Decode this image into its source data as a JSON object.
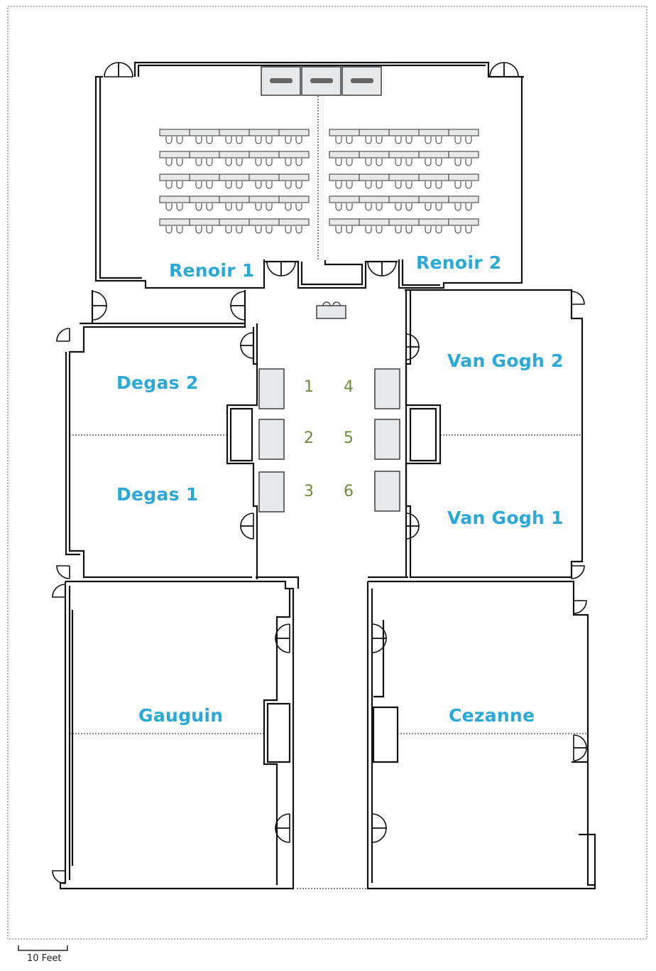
{
  "colors": {
    "label": "#2aa9d9",
    "booth_number": "#6f8a3a",
    "wall": "#111111",
    "table_fill": "#e6e8ea",
    "table_stroke": "#333333",
    "border": "#9a9a9a"
  },
  "rooms": [
    {
      "id": "renoir-1",
      "label": "Renoir 1"
    },
    {
      "id": "renoir-2",
      "label": "Renoir 2"
    },
    {
      "id": "degas-2",
      "label": "Degas 2"
    },
    {
      "id": "degas-1",
      "label": "Degas 1"
    },
    {
      "id": "van-gogh-2",
      "label": "Van Gogh 2"
    },
    {
      "id": "van-gogh-1",
      "label": "Van Gogh 1"
    },
    {
      "id": "gauguin",
      "label": "Gauguin"
    },
    {
      "id": "cezanne",
      "label": "Cezanne"
    }
  ],
  "booths": [
    "1",
    "2",
    "3",
    "4",
    "5",
    "6"
  ],
  "scale": {
    "label": "10 Feet"
  }
}
